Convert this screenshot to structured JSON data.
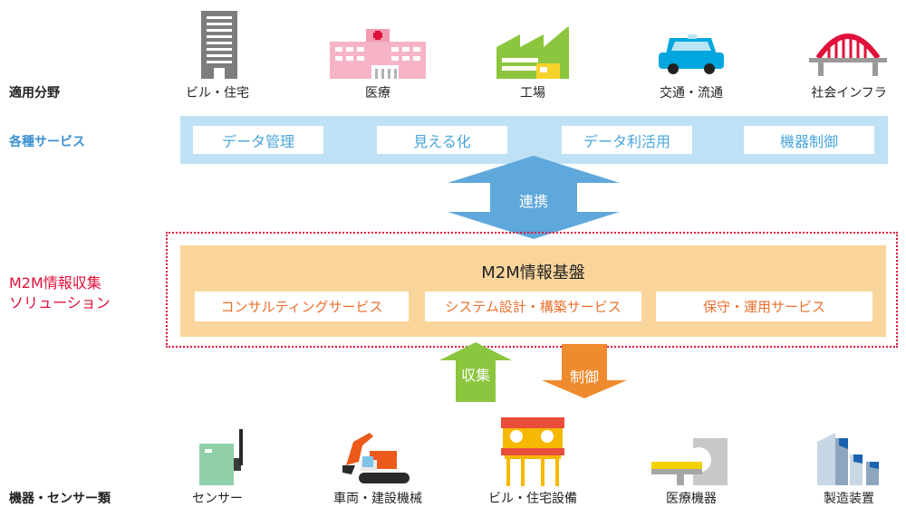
{
  "rows": {
    "fields": "適用分野",
    "services": "各種サービス",
    "solution_line1": "M2M情報収集",
    "solution_line2": "ソリューション",
    "devices": "機器・センサー類"
  },
  "fields": [
    "ビル・住宅",
    "医療",
    "工場",
    "交通・流通",
    "社会インフラ"
  ],
  "services": [
    "データ管理",
    "見える化",
    "データ利活用",
    "機器制御"
  ],
  "link_label": "連携",
  "platform": {
    "title": "M2M情報基盤",
    "solutions": [
      "コンサルティングサービス",
      "システム設計・構築サービス",
      "保守・運用サービス"
    ]
  },
  "collect_label": "収集",
  "control_label": "制御",
  "devices": [
    "センサー",
    "車両・建設機械",
    "ビル・住宅設備",
    "医療機器",
    "製造装置"
  ],
  "colors": {
    "services_band": "#bfe1f5",
    "services_text": "#4aa6dc",
    "platform_band": "#fad59b",
    "solution_text": "#ec6f2c",
    "solution_label": "#e0103a",
    "link_arrow": "#5fa8dc",
    "collect_arrow": "#8cc63f",
    "control_arrow": "#f08a2e"
  },
  "icons": {
    "fields": [
      "building-icon",
      "hospital-icon",
      "factory-icon",
      "car-icon",
      "bridge-icon"
    ],
    "devices": [
      "sensor-icon",
      "excavator-icon",
      "building-equipment-icon",
      "medical-scanner-icon",
      "manufacturing-equipment-icon"
    ]
  }
}
